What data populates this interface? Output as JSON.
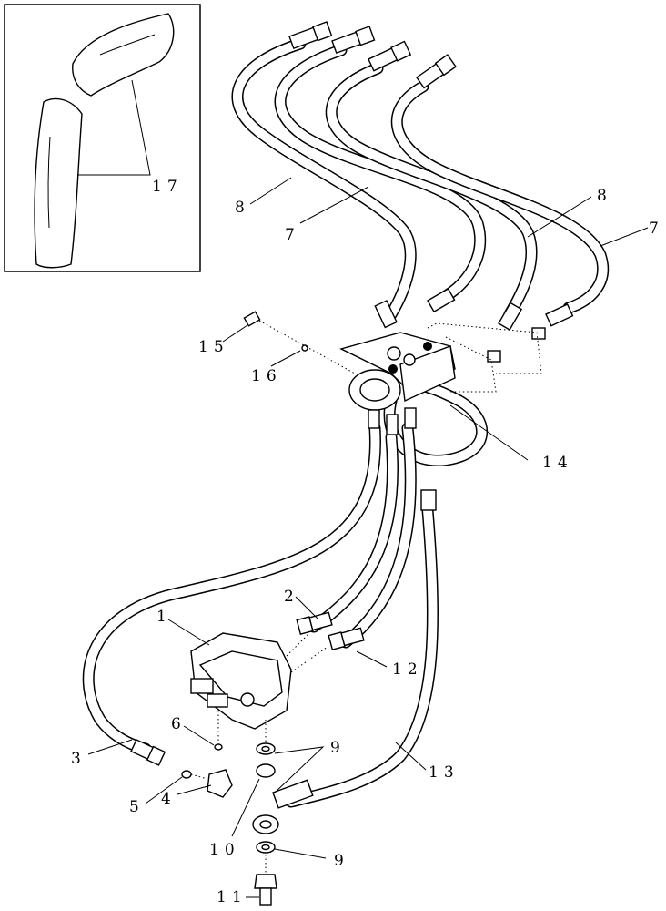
{
  "diagram": {
    "callouts": [
      {
        "id": "c1",
        "text": "1"
      },
      {
        "id": "c2",
        "text": "2"
      },
      {
        "id": "c3",
        "text": "3"
      },
      {
        "id": "c4",
        "text": "4"
      },
      {
        "id": "c5",
        "text": "5"
      },
      {
        "id": "c6",
        "text": "6"
      },
      {
        "id": "c7a",
        "text": "7"
      },
      {
        "id": "c7b",
        "text": "7"
      },
      {
        "id": "c8a",
        "text": "8"
      },
      {
        "id": "c8b",
        "text": "8"
      },
      {
        "id": "c9a",
        "text": "9"
      },
      {
        "id": "c9b",
        "text": "9"
      },
      {
        "id": "c10",
        "text": "10"
      },
      {
        "id": "c11",
        "text": "11"
      },
      {
        "id": "c12",
        "text": "12"
      },
      {
        "id": "c13",
        "text": "13"
      },
      {
        "id": "c14",
        "text": "14"
      },
      {
        "id": "c15",
        "text": "15"
      },
      {
        "id": "c16",
        "text": "16"
      },
      {
        "id": "c17",
        "text": "17"
      }
    ]
  }
}
